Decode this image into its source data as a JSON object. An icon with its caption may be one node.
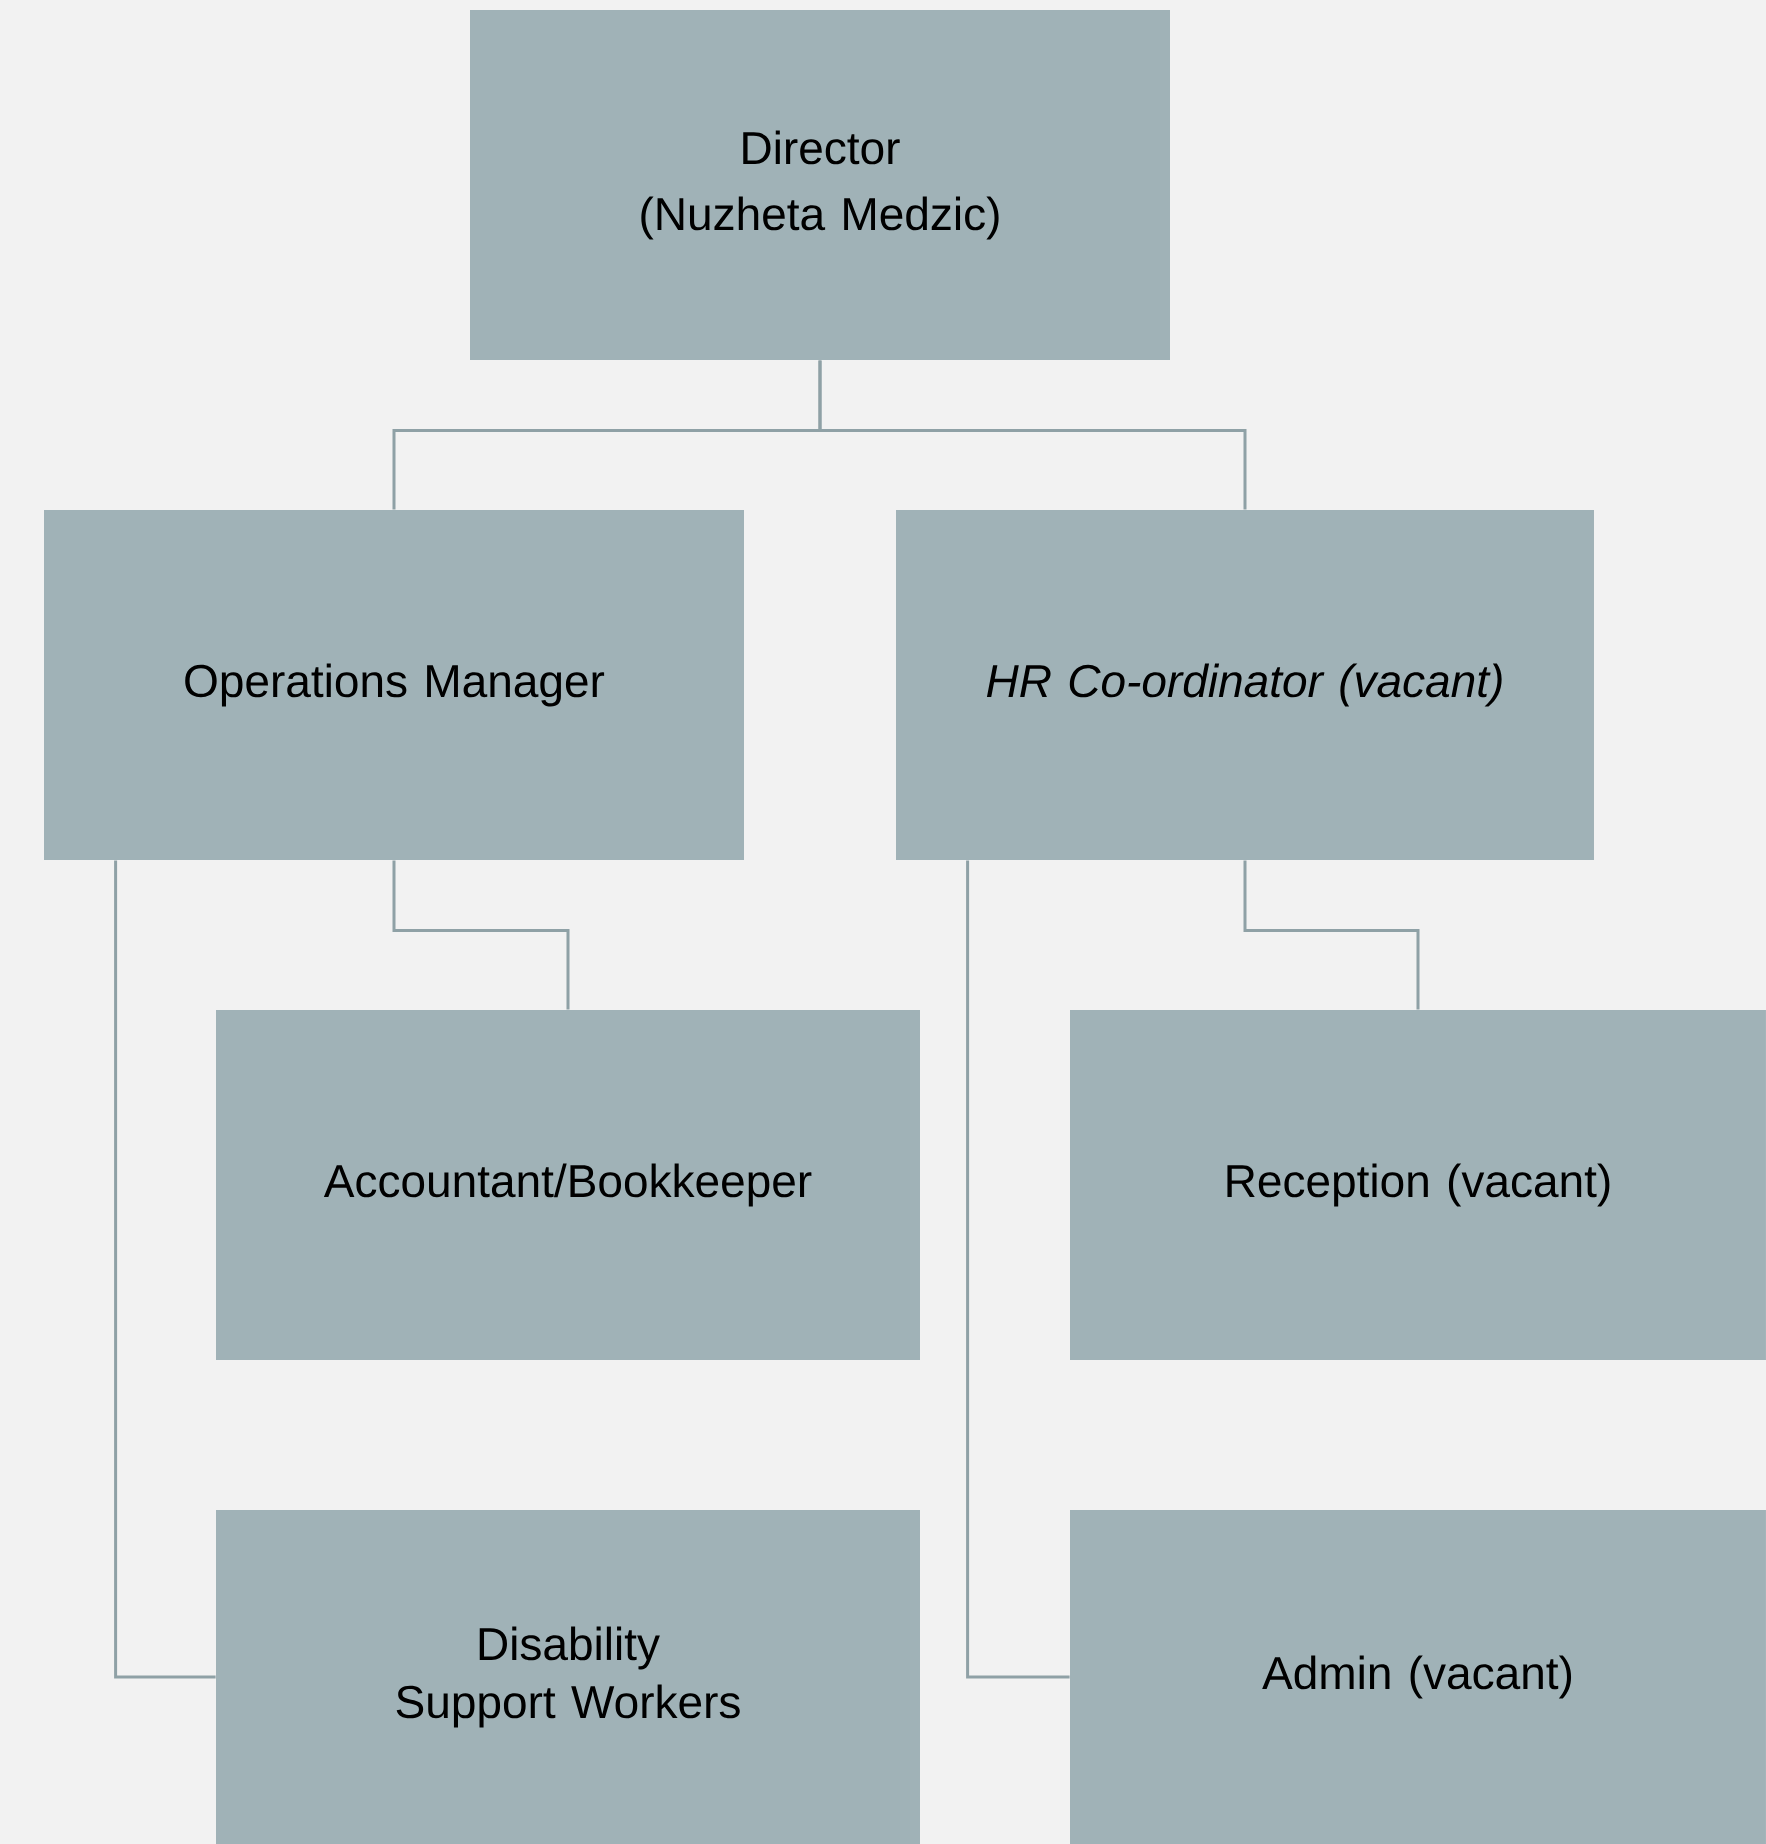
{
  "diagram": {
    "nodes": [
      {
        "text": [
          "Director",
          "(Nuzheta Medzic)"
        ]
      },
      {
        "text": [
          "Operations Manager"
        ]
      },
      {
        "text": [
          "HR Co-ordinator (vacant)"
        ]
      },
      {
        "text": [
          "Accountant/Bookkeeper"
        ]
      },
      {
        "text": [
          "Reception (vacant)"
        ]
      },
      {
        "text": [
          "Disability Support Workers"
        ]
      },
      {
        "text": [
          "Admin (vacant)"
        ]
      }
    ],
    "edges": [
      {
        "from": 0,
        "to": 1,
        "arrow": "none"
      },
      {
        "from": 0,
        "to": 2,
        "arrow": "none"
      },
      {
        "from": 1,
        "to": 3,
        "arrow": "none"
      },
      {
        "from": 1,
        "to": 5,
        "arrow": "none"
      },
      {
        "from": 2,
        "to": 4,
        "arrow": "none"
      },
      {
        "from": 2,
        "to": 6,
        "arrow": "none"
      }
    ]
  }
}
